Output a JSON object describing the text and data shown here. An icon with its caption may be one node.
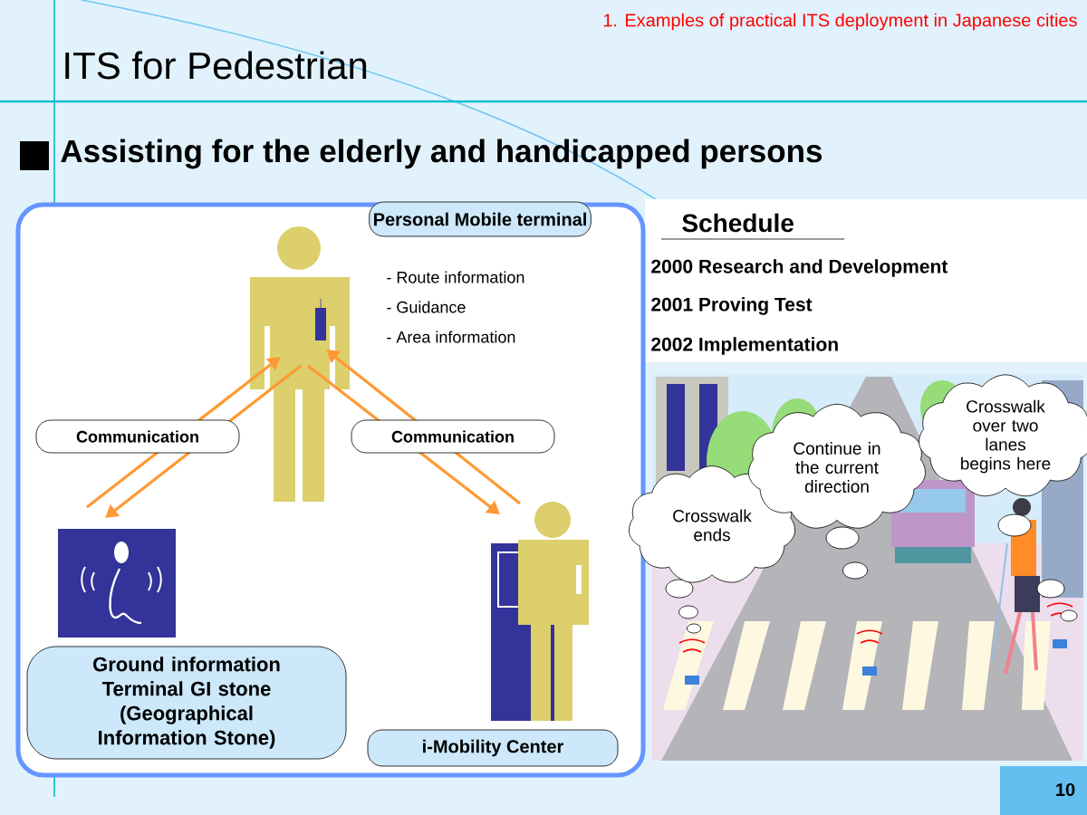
{
  "diagram": {
    "title": "ITS for Pedestrian",
    "nodes": [
      {
        "text": [],
        "shape": "box"
      },
      {
        "text": [
          "Personal Mobile terminal"
        ],
        "in": 0
      },
      {
        "text": [
          "Ground information Terminal GI stone (Geographical Information Stone)"
        ],
        "in": 0
      },
      {
        "text": [
          "i-Mobility Center"
        ],
        "in": 0
      },
      {
        "text": [
          "Crosswalk ends"
        ]
      },
      {
        "text": [
          "Continue in the current direction"
        ]
      },
      {
        "text": [
          "Crosswalk over two lanes begins here"
        ]
      }
    ],
    "edges": [
      {
        "from": 2,
        "to": 1,
        "arrow": "to",
        "label": "Communication"
      },
      {
        "from": 1,
        "to": 2,
        "arrow": "to"
      },
      {
        "from": 3,
        "to": 1,
        "arrow": "to"
      },
      {
        "from": 1,
        "to": 3,
        "arrow": "to",
        "label": "Communication"
      }
    ],
    "labels": [
      "1. Examples of practical ITS deployment in Japanese cities",
      "Assisting for the elderly and handicapped persons",
      "- Route information",
      "- Guidance",
      "- Area information",
      "Schedule",
      "2000 Research and Development",
      "2001 Proving Test",
      "2002 Implementation",
      "10"
    ]
  }
}
